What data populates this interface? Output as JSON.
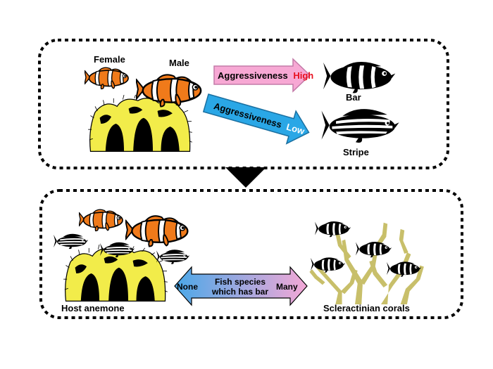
{
  "top_panel": {
    "female_label": "Female",
    "male_label": "Male",
    "arrow_high": {
      "prefix": "Aggressiveness",
      "level": "High",
      "fill": "#f7a8d4",
      "level_color": "#e8101f"
    },
    "arrow_low": {
      "prefix": "Aggressiveness",
      "level": "Low",
      "fill": "#2aa7e6",
      "level_color": "#2aa7e6"
    },
    "bar_label": "Bar",
    "stripe_label": "Stripe"
  },
  "bottom_panel": {
    "host_label": "Host anemone",
    "coral_label": "Scleractinian corals",
    "gradient_arrow": {
      "left_text": "None",
      "right_text": "Many",
      "center_line1": "Fish species",
      "center_line2": "which has bar",
      "left_color": "#4aa8e8",
      "right_color": "#f4a8d6"
    }
  },
  "colors": {
    "clownfish": "#f07a1a",
    "anemone": "#f2ec4a",
    "coral": "#c8bf6a"
  },
  "icons": [
    "clownfish-icon",
    "anemone-icon",
    "bar-fish-icon",
    "stripe-fish-icon",
    "coral-icon",
    "down-triangle-icon"
  ]
}
